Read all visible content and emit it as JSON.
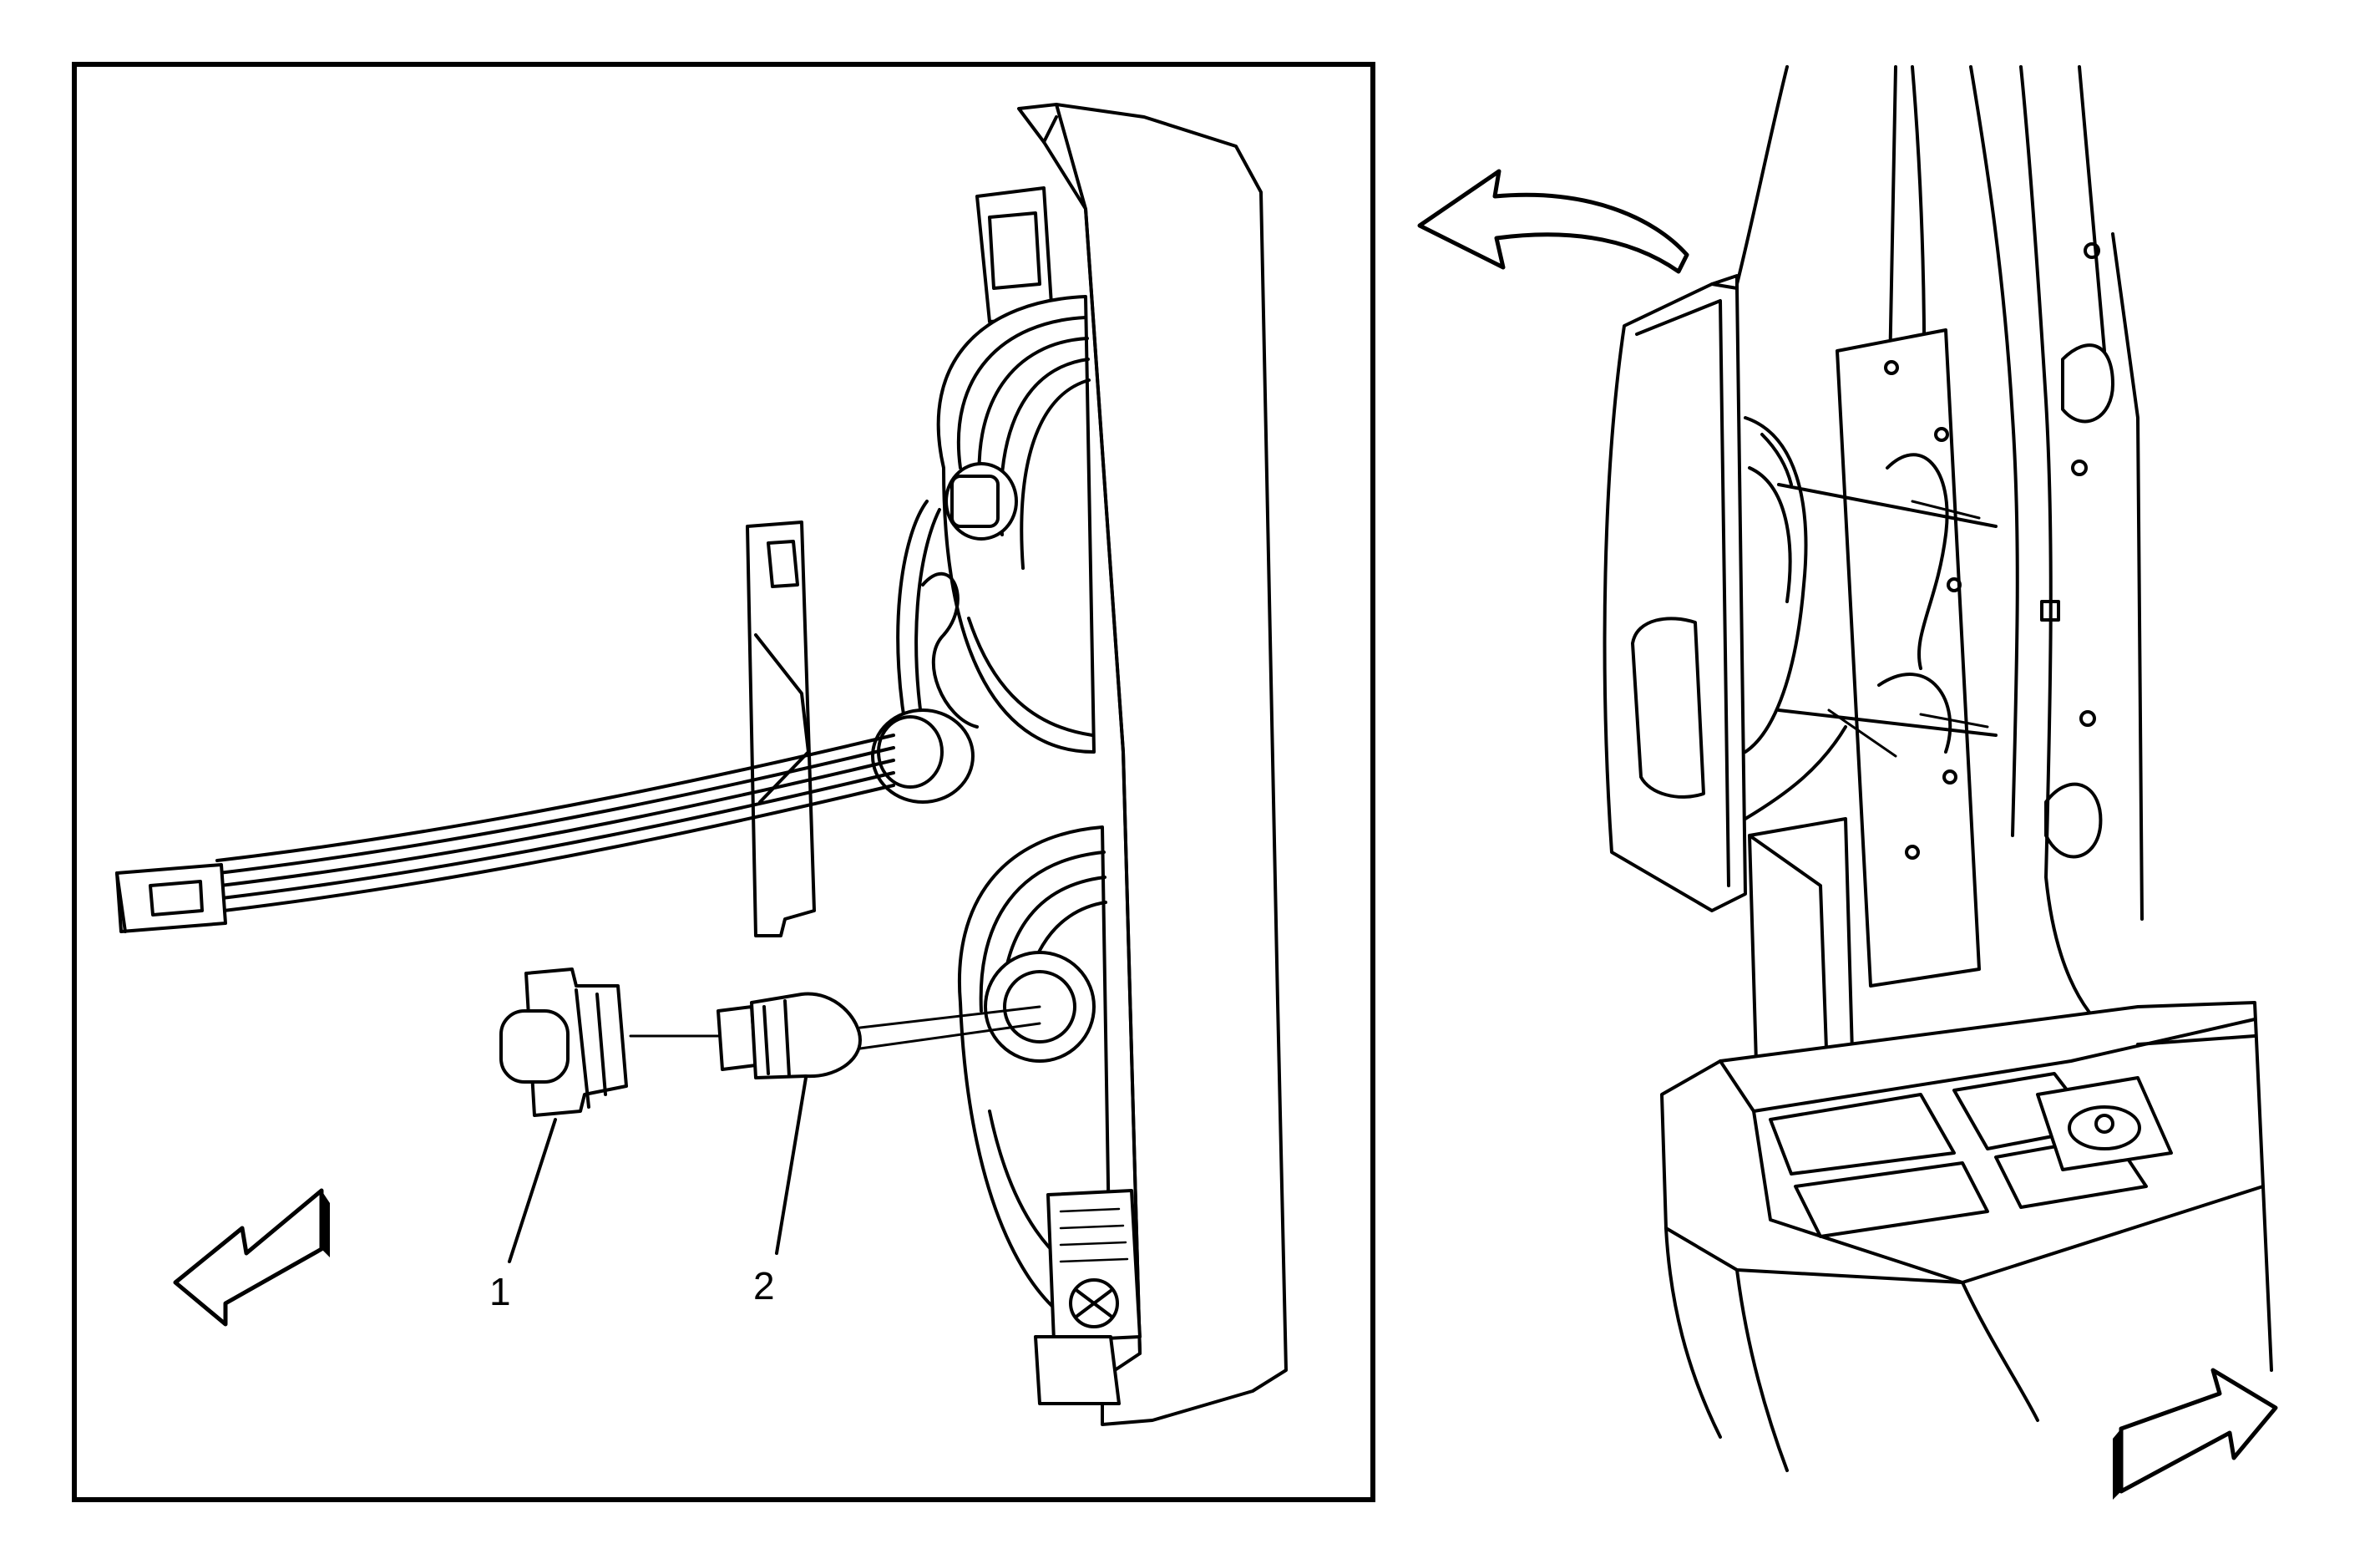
{
  "callouts": [
    {
      "label": "1",
      "part": "bulb-socket"
    },
    {
      "label": "2",
      "part": "bulb"
    }
  ],
  "colors": {
    "ink": "#000000",
    "paper": "#ffffff",
    "shade": "#d9d9d9"
  },
  "icons": [
    "view-direction-arrow",
    "removal-arrow",
    "forward-arrow"
  ]
}
